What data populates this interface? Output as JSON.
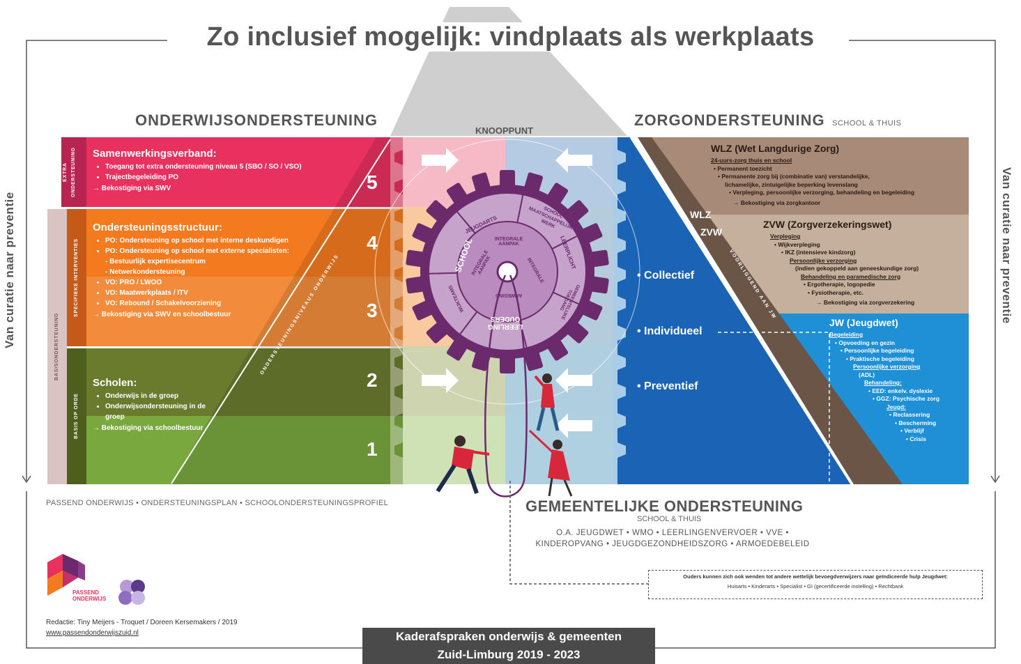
{
  "title": "Zo inclusief mogelijk: vindplaats als werkplaats",
  "sides": {
    "left": "Van curatie naar preventie",
    "right": "Van curatie naar preventie"
  },
  "headers": {
    "onderwijs": "ONDERWIJSONDERSTEUNING",
    "knooppunt": "KNOOPPUNT",
    "zorg": "ZORGONDERSTEUNING",
    "zorg_sub": "SCHOOL & THUIS"
  },
  "left": {
    "band_basis": "BASISONDERSTEUNING",
    "blocks": [
      {
        "band": "EXTRA ONDERSTEUNING",
        "title": "Samenwerkingsverband:",
        "items": [
          "Toegang tot extra ondersteuning niveau 5 (SBO / SO / VSO)",
          "Trajectbegeleiding PO"
        ],
        "arrow": "→ Bekostiging via SWV"
      },
      {
        "band": "SPECIFIEKE INTERVENTIES",
        "title": "Ondersteuningsstructuur:",
        "items": [
          "PO: Ondersteuning op school met interne deskundigen",
          "PO: Ondersteuning op school met externe specialisten:",
          "- Bestuurlijk expertisecentrum",
          "- Netwerkondersteuning",
          "VO: PRO / LWOO",
          "VO: Maatwerkplaats / ITV",
          "VO: Rebound / Schakelvoorziening"
        ],
        "arrow": "→ Bekostiging via SWV en schoolbestuur"
      },
      {
        "band": "BASIS OP ORDE",
        "title": "Scholen:",
        "items": [
          "Onderwijs in de groep",
          "Onderwijsondersteuning in de groep"
        ],
        "arrow": "→ Bekostiging via schoolbestuur"
      }
    ],
    "diagonal": "ONDERSTEUNINGSNIVEAUS ONDERWIJS",
    "levels": [
      "5",
      "4",
      "3",
      "2",
      "1"
    ]
  },
  "gear": {
    "segments": [
      "SCHOOL",
      "JEUGDARTS",
      "SCHOOL MAATSCHAPPELIJK WERK",
      "LEERPLICHT",
      "GEMEENTELIJKE TOEGANG",
      "LEERLING OUDERS",
      "WIJKTEAMS"
    ],
    "inner_top": "INTEGRALE AANPAK",
    "inner_left": "INTEGRALE AANPAK",
    "inner_right": "INTEGRALE",
    "inner_bottom": "AFWEGING"
  },
  "right": {
    "wlz": {
      "title": "WLZ (Wet Langdurige Zorg)",
      "lines": [
        "24-uurs-zorg thuis en school",
        "• Permanent toezicht",
        "• Permanente zorg bij (combinatie van) verstandelijke,",
        "lichamelijke, zintuigelijke beperking levenslang",
        "• Verpleging, persoonlijke verzorging, behandeling en begeleiding",
        "→ Bekostiging via zorgkantoor"
      ]
    },
    "zvw": {
      "title": "ZVW (Zorgverzekeringswet)",
      "lines": [
        "Verpleging",
        "• Wijkverpleging",
        "• IKZ (intensieve kindzorg)",
        "Persoonlijke verzorging",
        "(indien gekoppeld aan geneeskundige zorg)",
        "Behandeling en paramedische zorg",
        "• Ergotherapie, logopedie",
        "• Fysiotherapie, etc.",
        "→ Bekostiging via zorgverzekering"
      ]
    },
    "jw": {
      "title": "JW (Jeugdwet)",
      "lines": [
        "Begeleiding",
        "• Opvoeding en gezin",
        "• Persoonlijke begeleiding",
        "• Praktische begeleiding",
        "Persoonlijke verzorging",
        "(ADL)",
        "Behandeling:",
        "• EED: enkelv. dyslexie",
        "• GGZ: Psychische zorg",
        "Jeugd:",
        "• Reclassering",
        "• Bescherming",
        "• Verblijf",
        "• Crisis"
      ]
    },
    "label_wlz": "WLZ",
    "label_zvw": "ZVW",
    "band": "VOORLIGGEND AAN JW",
    "dots": [
      "• Collectief",
      "• Individueel",
      "• Preventief"
    ]
  },
  "bottom": {
    "passend": "PASSEND ONDERWIJS • ONDERSTEUNINGSPLAN • SCHOOLONDERSTEUNINGSPROFIEL",
    "gem_title": "GEMEENTELIJKE ONDERSTEUNING",
    "gem_sub": "SCHOOL & THUIS",
    "gem_line1": "O.A. JEUGDWET • WMO • LEERLINGENVERVOER • VVE •",
    "gem_line2": "KINDEROPVANG • JEUGDGEZONDHEIDSZORG • ARMOEDEBELEID",
    "ouders_line1": "Ouders kunnen zich ook wenden tot andere wettelijk bevoegdverwijzers naar geïndiceerde hulp Jeugdwet:",
    "ouders_line2": "Huisarts • Kinderarts • Specialist • GI (gecertificeerde instelling) • Rechtbank",
    "logo_text1": "PASSEND",
    "logo_text2": "ONDERWIJS",
    "redactie": "Redactie: Tiny Meijers - Troquet / Doreen Kersemakers / 2019",
    "website": "www.passendonderwijszuid.nl",
    "footer1": "Kaderafspraken onderwijs & gemeenten",
    "footer2": "Zuid-Limburg 2019 - 2023"
  },
  "colors": {
    "level5": "#e8315f",
    "level4": "#f47a20",
    "level3": "#f28c3c",
    "level2": "#6a7b2e",
    "level1": "#79a83f",
    "gear": "#6b2a6b",
    "wlz_bg": "#a88a78",
    "zvw_bg": "#c4b09c",
    "jw_bg": "#1f8fd6",
    "blue": "#1a63b5"
  }
}
